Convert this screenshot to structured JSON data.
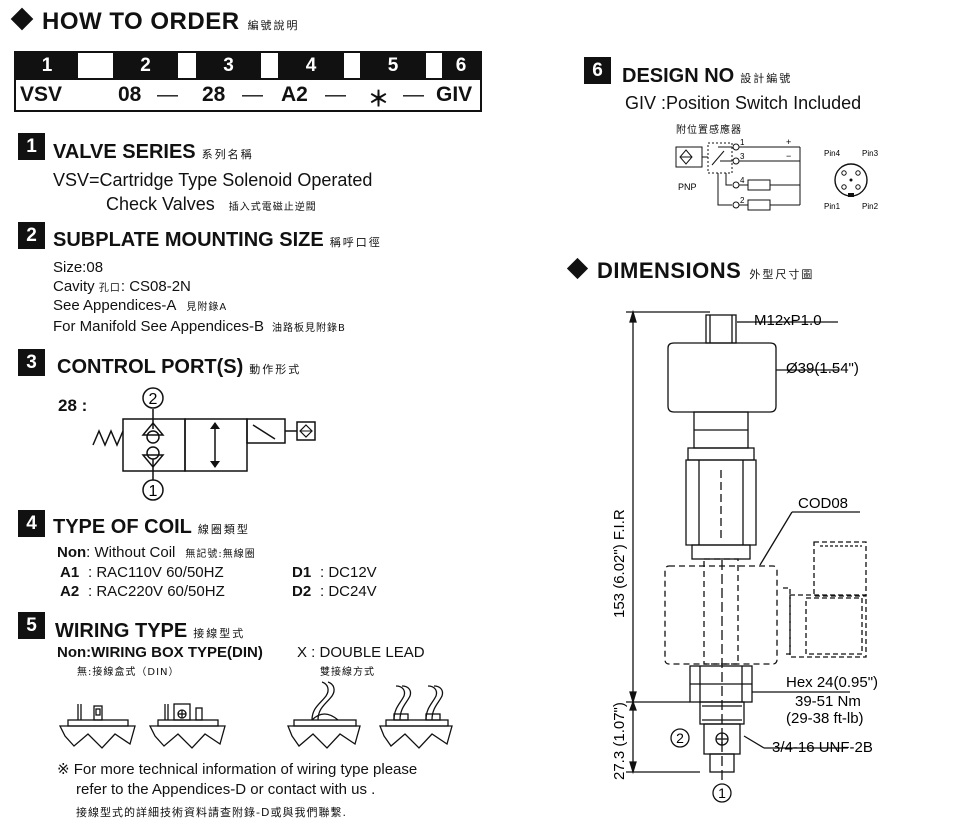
{
  "header": {
    "title": "HOW TO  ORDER",
    "title_cjk": "編號說明"
  },
  "order_table": {
    "numbers": [
      "1",
      "2",
      "3",
      "4",
      "5",
      "6"
    ],
    "codes": [
      "VSV",
      "08",
      "28",
      "A2",
      "＊",
      "GIV"
    ],
    "separator": "—"
  },
  "sections": {
    "s1": {
      "num": "1",
      "title": "VALVE SERIES",
      "title_cjk": "系列名稱",
      "line1": "VSV=Cartridge Type Solenoid Operated",
      "line2": "Check Valves",
      "line2_cjk": "插入式電磁止逆閥"
    },
    "s2": {
      "num": "2",
      "title": "SUBPLATE MOUNTING SIZE",
      "title_cjk": "稱呼口徑",
      "size": "Size:08",
      "cavity": "Cavity",
      "cavity_cjk": "孔口",
      "cavity_value": ": CS08-2N",
      "appendix_a": "See Appendices-A",
      "appendix_a_cjk": "見附錄A",
      "manifold": "For Manifold See Appendices-B",
      "manifold_cjk": "油路板見附錄B"
    },
    "s3": {
      "num": "3",
      "title": "CONTROL PORT(S)",
      "title_cjk": "動作形式",
      "code": "28 :",
      "port_top": "2",
      "port_bottom": "1"
    },
    "s4": {
      "num": "4",
      "title": "TYPE OF COIL",
      "title_cjk": "線圈類型",
      "non_label": "Non",
      "non_value": ": Without Coil",
      "non_cjk": "無記號:無線圈",
      "rows": [
        {
          "code": "A1",
          "value": ": RAC110V  60/50HZ",
          "code2": "D1",
          "value2": ": DC12V"
        },
        {
          "code": "A2",
          "value": ": RAC220V  60/50HZ",
          "code2": "D2",
          "value2": ": DC24V"
        }
      ]
    },
    "s5": {
      "num": "5",
      "title": "WIRING TYPE",
      "title_cjk": "接線型式",
      "non": "Non:WIRING BOX TYPE(DIN)",
      "non_cjk": "無:接線盒式（DIN）",
      "x": "X : DOUBLE LEAD",
      "x_cjk": "雙接線方式",
      "note1": "※ For more technical information of wiring type  please",
      "note2": "refer to the Appendices-D or contact with us .",
      "note3": "接線型式的詳細技術資料請查附錄-D或與我們聯繫."
    },
    "s6": {
      "num": "6",
      "title": "DESIGN NO",
      "title_cjk": "設計編號",
      "giv": "GIV :Position Switch Included",
      "giv_cjk": "附位置感應器",
      "pnp": "PNP",
      "pins": [
        "Pin4",
        "Pin3",
        "Pin1",
        "Pin2"
      ],
      "wire_labels": [
        "1",
        "3",
        "4",
        "2",
        "+",
        "−"
      ]
    }
  },
  "dimensions": {
    "title": "DIMENSIONS",
    "title_cjk": "外型尺寸圖",
    "thread_top": "M12xP1.0",
    "diameter": "Ø39(1.54\")",
    "cavity": "COD08",
    "length": "153 (6.02\") F.I.R",
    "hex": "Hex 24(0.95\")",
    "torque_nm": "39-51 Nm",
    "torque_ftlb": "(29-38 ft-lb)",
    "length_bottom": "27.3 (1.07\")",
    "thread_bottom": "3/4-16 UNF-2B",
    "port2": "2",
    "port1": "1"
  }
}
